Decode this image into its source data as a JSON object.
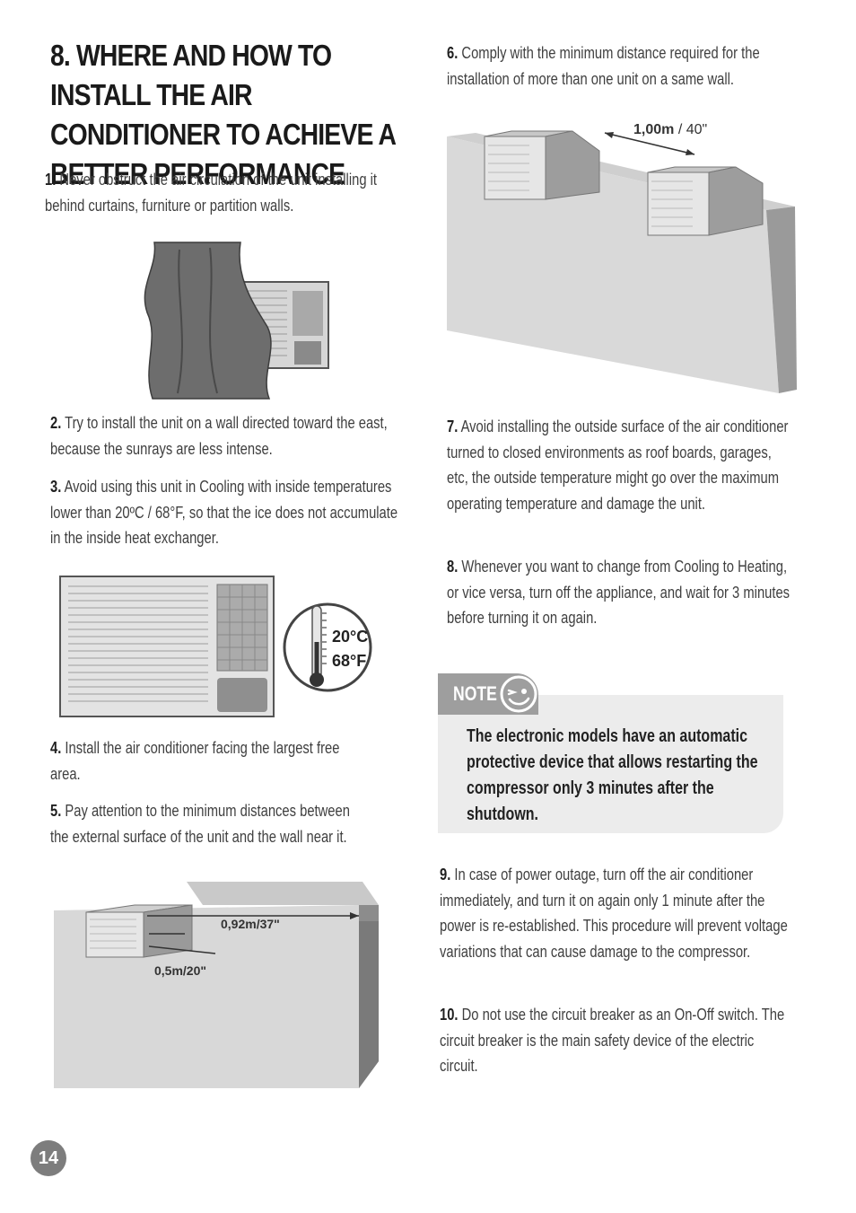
{
  "title": "8. WHERE AND HOW TO INSTALL THE AIR CONDITIONER TO ACHIEVE A BETTER PERFORMANCE",
  "items": [
    {
      "num": "1.",
      "text": " Never obstruct the air circulation of the unit installing it behind curtains, furniture or partition walls."
    },
    {
      "num": "2.",
      "text": " Try to install the unit on a wall directed toward the east, because the sunrays are less intense."
    },
    {
      "num": "3.",
      "text": " Avoid using this unit in Cooling with inside temperatures lower than 20ºC / 68°F, so that the ice does not accumulate in the inside heat exchanger."
    },
    {
      "num": "4.",
      "text": " Install the air conditioner facing the largest free area."
    },
    {
      "num": "5.",
      "text": " Pay attention to the minimum distances between the external surface of the unit and the wall near it."
    },
    {
      "num": "6.",
      "text": " Comply with the minimum distance required for the installation of more than one unit on a same wall."
    },
    {
      "num": "7.",
      "text": " Avoid installing the outside surface of the air conditioner turned to closed environments as roof boards, garages, etc, the outside temperature might go over the maximum operating temperature and damage the unit."
    },
    {
      "num": "8.",
      "text": " Whenever you want to change from Cooling to Heating, or vice versa, turn off the appliance, and wait for 3 minutes before turning it on again."
    },
    {
      "num": "9.",
      "text": " In case of power outage, turn off the air conditioner immediately, and turn it on again only 1 minute after the power is re-established. This procedure will prevent voltage variations that can cause damage to the compressor."
    },
    {
      "num": "10.",
      "text": " Do not use the circuit breaker as an On-Off switch. The circuit breaker is the main safety device of the electric circuit."
    }
  ],
  "figures": {
    "thermometer_c": "20°C",
    "thermometer_f": "68°F",
    "side_distance": "0,92m/37\"",
    "back_distance": "0,5m/20\"",
    "unit_spacing_m": "1,00m",
    "unit_spacing_in": " / 40\""
  },
  "note": {
    "label": "NOTE",
    "text": "The electronic models have an automatic protective device that allows restarting the compressor only 3 minutes after the shutdown."
  },
  "page_number": "14"
}
